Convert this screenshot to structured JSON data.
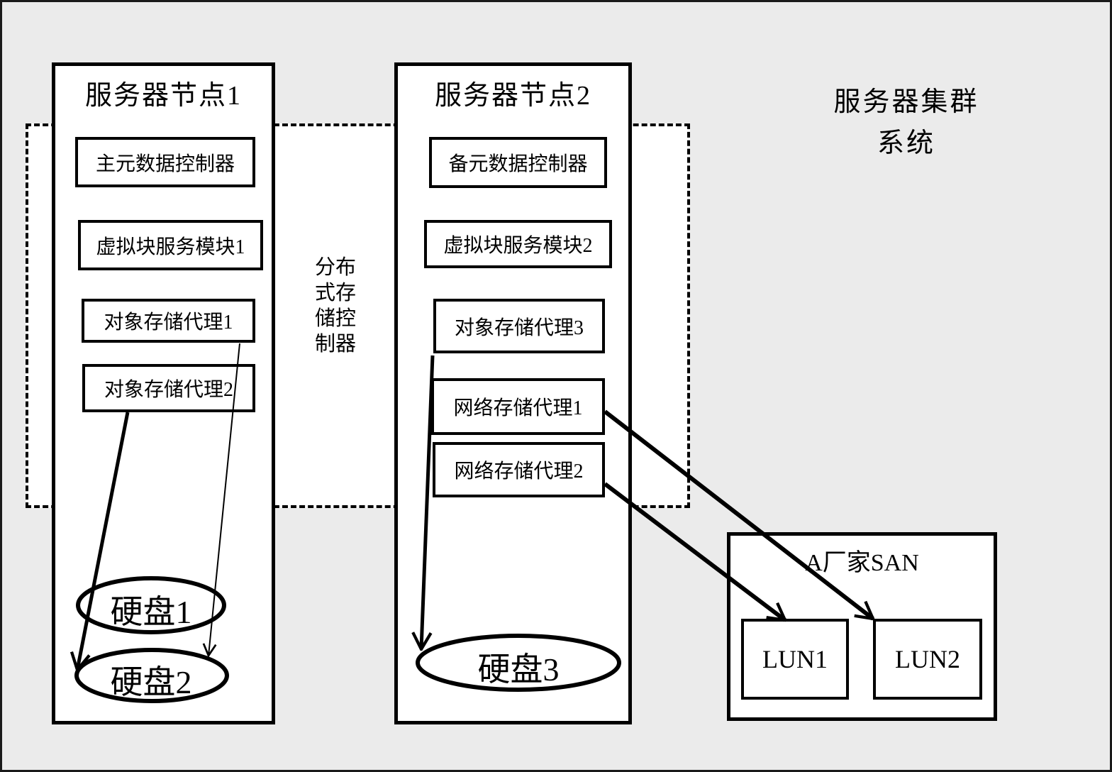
{
  "diagram": {
    "system_title": "服务器集群\n系统",
    "controller_label": "分布\n式存\n储控\n制器",
    "node1": {
      "title": "服务器节点1",
      "modules": [
        "主元数据控制器",
        "虚拟块服务模块1",
        "对象存储代理1",
        "对象存储代理2"
      ],
      "disks": [
        "硬盘1",
        "硬盘2"
      ]
    },
    "node2": {
      "title": "服务器节点2",
      "modules": [
        "备元数据控制器",
        "虚拟块服务模块2",
        "对象存储代理3",
        "网络存储代理1",
        "网络存储代理2"
      ],
      "disks": [
        "硬盘3"
      ]
    },
    "san": {
      "title": "A厂家SAN",
      "luns": [
        "LUN1",
        "LUN2"
      ]
    },
    "colors": {
      "background": "#ebebeb",
      "region_fill": "#ffffff",
      "line": "#000000"
    }
  }
}
